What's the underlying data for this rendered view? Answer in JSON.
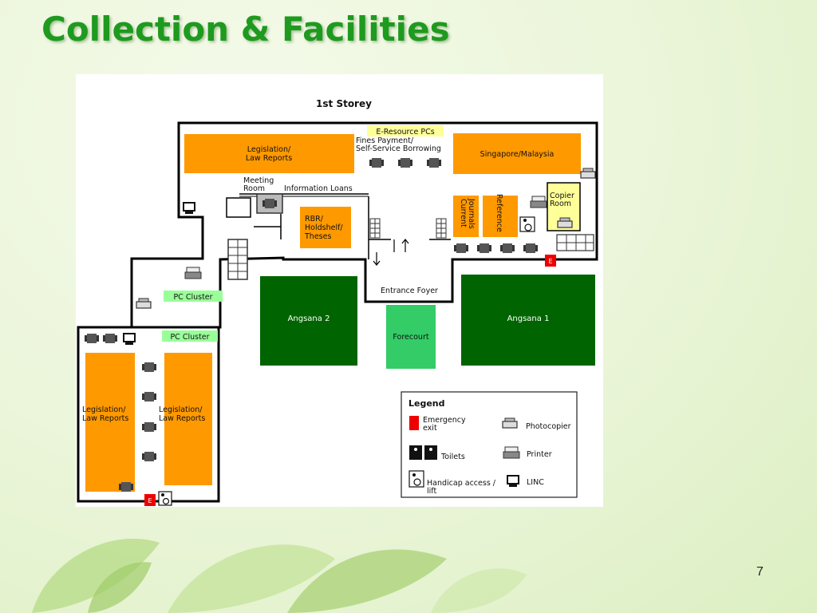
{
  "title": "Collection & Facilities",
  "page_number": "7",
  "floorplan": {
    "storey": "1st Storey",
    "rooms": {
      "legislation_top": [
        "Legislation/",
        "Law Reports"
      ],
      "e_resource_pcs": "E-Resource PCs",
      "fines_payment": [
        "Fines Payment/",
        "Self-Service Borrowing"
      ],
      "singapore_malaysia": "Singapore/Malaysia",
      "meeting_room": [
        "Meeting",
        "Room"
      ],
      "information_loans": "Information  Loans",
      "rbr": [
        "RBR/",
        "Holdshelf/",
        "Theses"
      ],
      "current_journals": [
        "Current",
        "Journals"
      ],
      "reference": "Reference",
      "copier_room": [
        "Copier",
        "Room"
      ],
      "entrance_foyer": "Entrance Foyer",
      "forecourt": "Forecourt",
      "angsana_2": "Angsana 2",
      "angsana_1": "Angsana 1",
      "pc_cluster_upper": "PC Cluster",
      "pc_cluster_lower": "PC Cluster",
      "legislation_bottom_left": [
        "Legislation/",
        "Law Reports"
      ],
      "legislation_bottom_right": [
        "Legislation/",
        "Law Reports"
      ]
    },
    "exit_marker": "E",
    "legend": {
      "title": "Legend",
      "emergency_exit": [
        "Emergency",
        "exit"
      ],
      "toilets": "Toilets",
      "handicap": [
        "Handicap access /",
        "lift"
      ],
      "photocopier": "Photocopier",
      "printer": "Printer",
      "linc": "LINC"
    }
  },
  "colors": {
    "title": "#1e9a1e",
    "orange": "#ff9900",
    "dark_green": "#006400",
    "forecourt": "#33cc66",
    "pc_cluster": "#99ff99",
    "yellow": "#ffff99",
    "exit_red": "#ee0000"
  }
}
